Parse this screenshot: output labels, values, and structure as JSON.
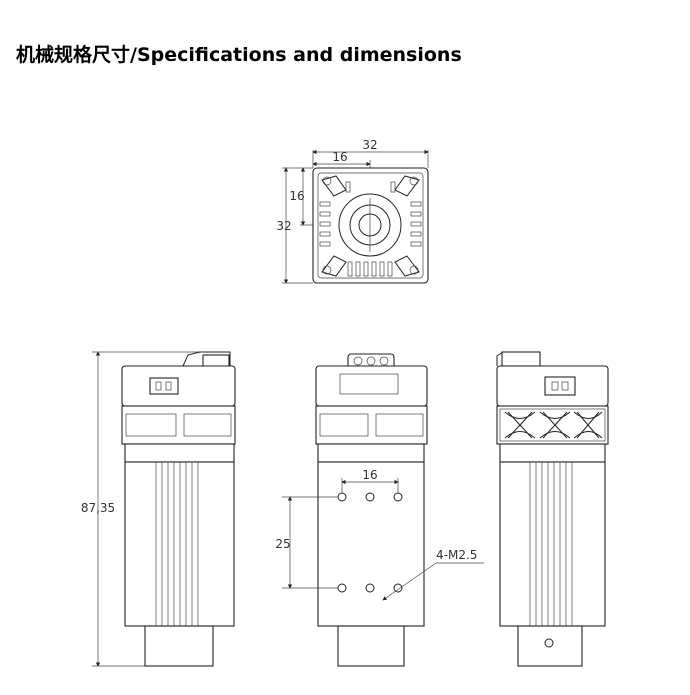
{
  "title": "机械规格尺寸/Specifications and dimensions",
  "top_view": {
    "width_label": "32",
    "half_width_label": "16",
    "height_label": "32",
    "half_height_label": "16"
  },
  "left_view": {
    "length_label": "87,35"
  },
  "front_view": {
    "hole_spacing_x_label": "16",
    "hole_spacing_y_label": "25",
    "hole_callout_label": "4-M2.5"
  }
}
